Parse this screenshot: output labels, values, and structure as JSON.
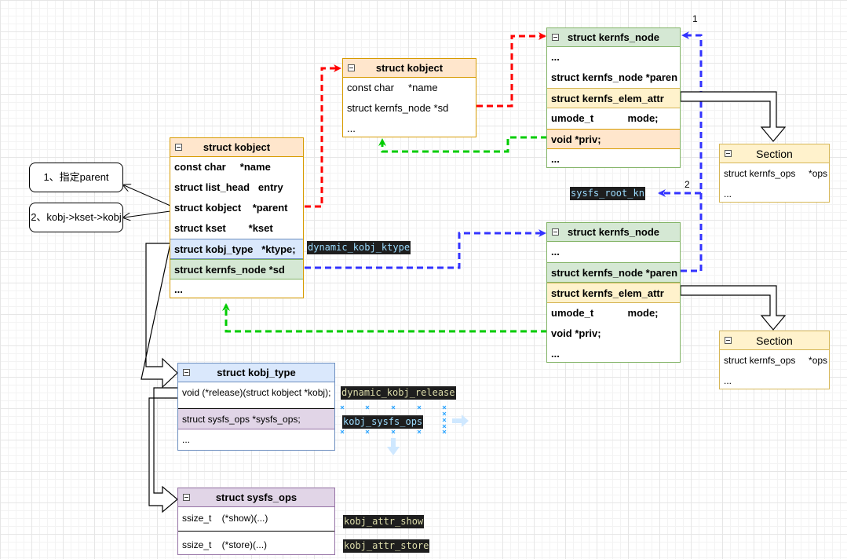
{
  "colors": {
    "red_link": "#ff0000",
    "blue_link": "#3333ff",
    "green_link": "#00cc00",
    "orange_fill": "#ffe6cc",
    "green_fill": "#d5e8d4",
    "blue_fill": "#dae8fc",
    "purple_fill": "#e1d5e7",
    "yellow_fill": "#fff2cc",
    "code_bg": "#1e1e1e"
  },
  "notes": {
    "specify_parent": "1、指定parent",
    "kset_parent": "2、kobj->kset->kobj"
  },
  "kobject_child": {
    "title": "struct kobject",
    "rows": [
      "const char     *name",
      "struct list_head   entry",
      "struct kobject    *parent",
      "struct kset        *kset",
      "struct kobj_type   *ktype;",
      "struct kernfs_node *sd",
      "..."
    ]
  },
  "kobject_parent": {
    "title": "struct kobject",
    "rows": [
      "const char     *name",
      "struct kernfs_node *sd",
      "..."
    ]
  },
  "kernfs_node_top": {
    "title": "struct kernfs_node",
    "rows": [
      "...",
      "struct kernfs_node *paren",
      "struct kernfs_elem_attr",
      "umode_t            mode;",
      "void *priv;",
      "..."
    ]
  },
  "kernfs_node_bottom": {
    "title": "struct kernfs_node",
    "rows": [
      "...",
      "struct kernfs_node *paren",
      "struct kernfs_elem_attr",
      "umode_t            mode;",
      "void *priv;",
      "..."
    ]
  },
  "section_top": {
    "title": "Section",
    "rows": [
      "struct kernfs_ops     *ops",
      "..."
    ]
  },
  "section_bottom": {
    "title": "Section",
    "rows": [
      "struct kernfs_ops     *ops",
      "..."
    ]
  },
  "kobj_type": {
    "title": "struct kobj_type",
    "rows": [
      "void (*release)(struct kobject *kobj);",
      "struct sysfs_ops *sysfs_ops;",
      "..."
    ]
  },
  "sysfs_ops": {
    "title": "struct sysfs_ops",
    "rows": [
      "ssize_t    (*show)(...)",
      "ssize_t    (*store)(...)"
    ]
  },
  "code_labels": {
    "dynamic_kobj_ktype": "dynamic_kobj_ktype",
    "sysfs_root_kn": "sysfs_root_kn",
    "dynamic_kobj_release": "dynamic_kobj_release",
    "kobj_sysfs_ops": "kobj_sysfs_ops",
    "kobj_attr_show": "kobj_attr_show",
    "kobj_attr_store": "kobj_attr_store"
  },
  "edge_labels": {
    "one": "1",
    "two": "2"
  }
}
